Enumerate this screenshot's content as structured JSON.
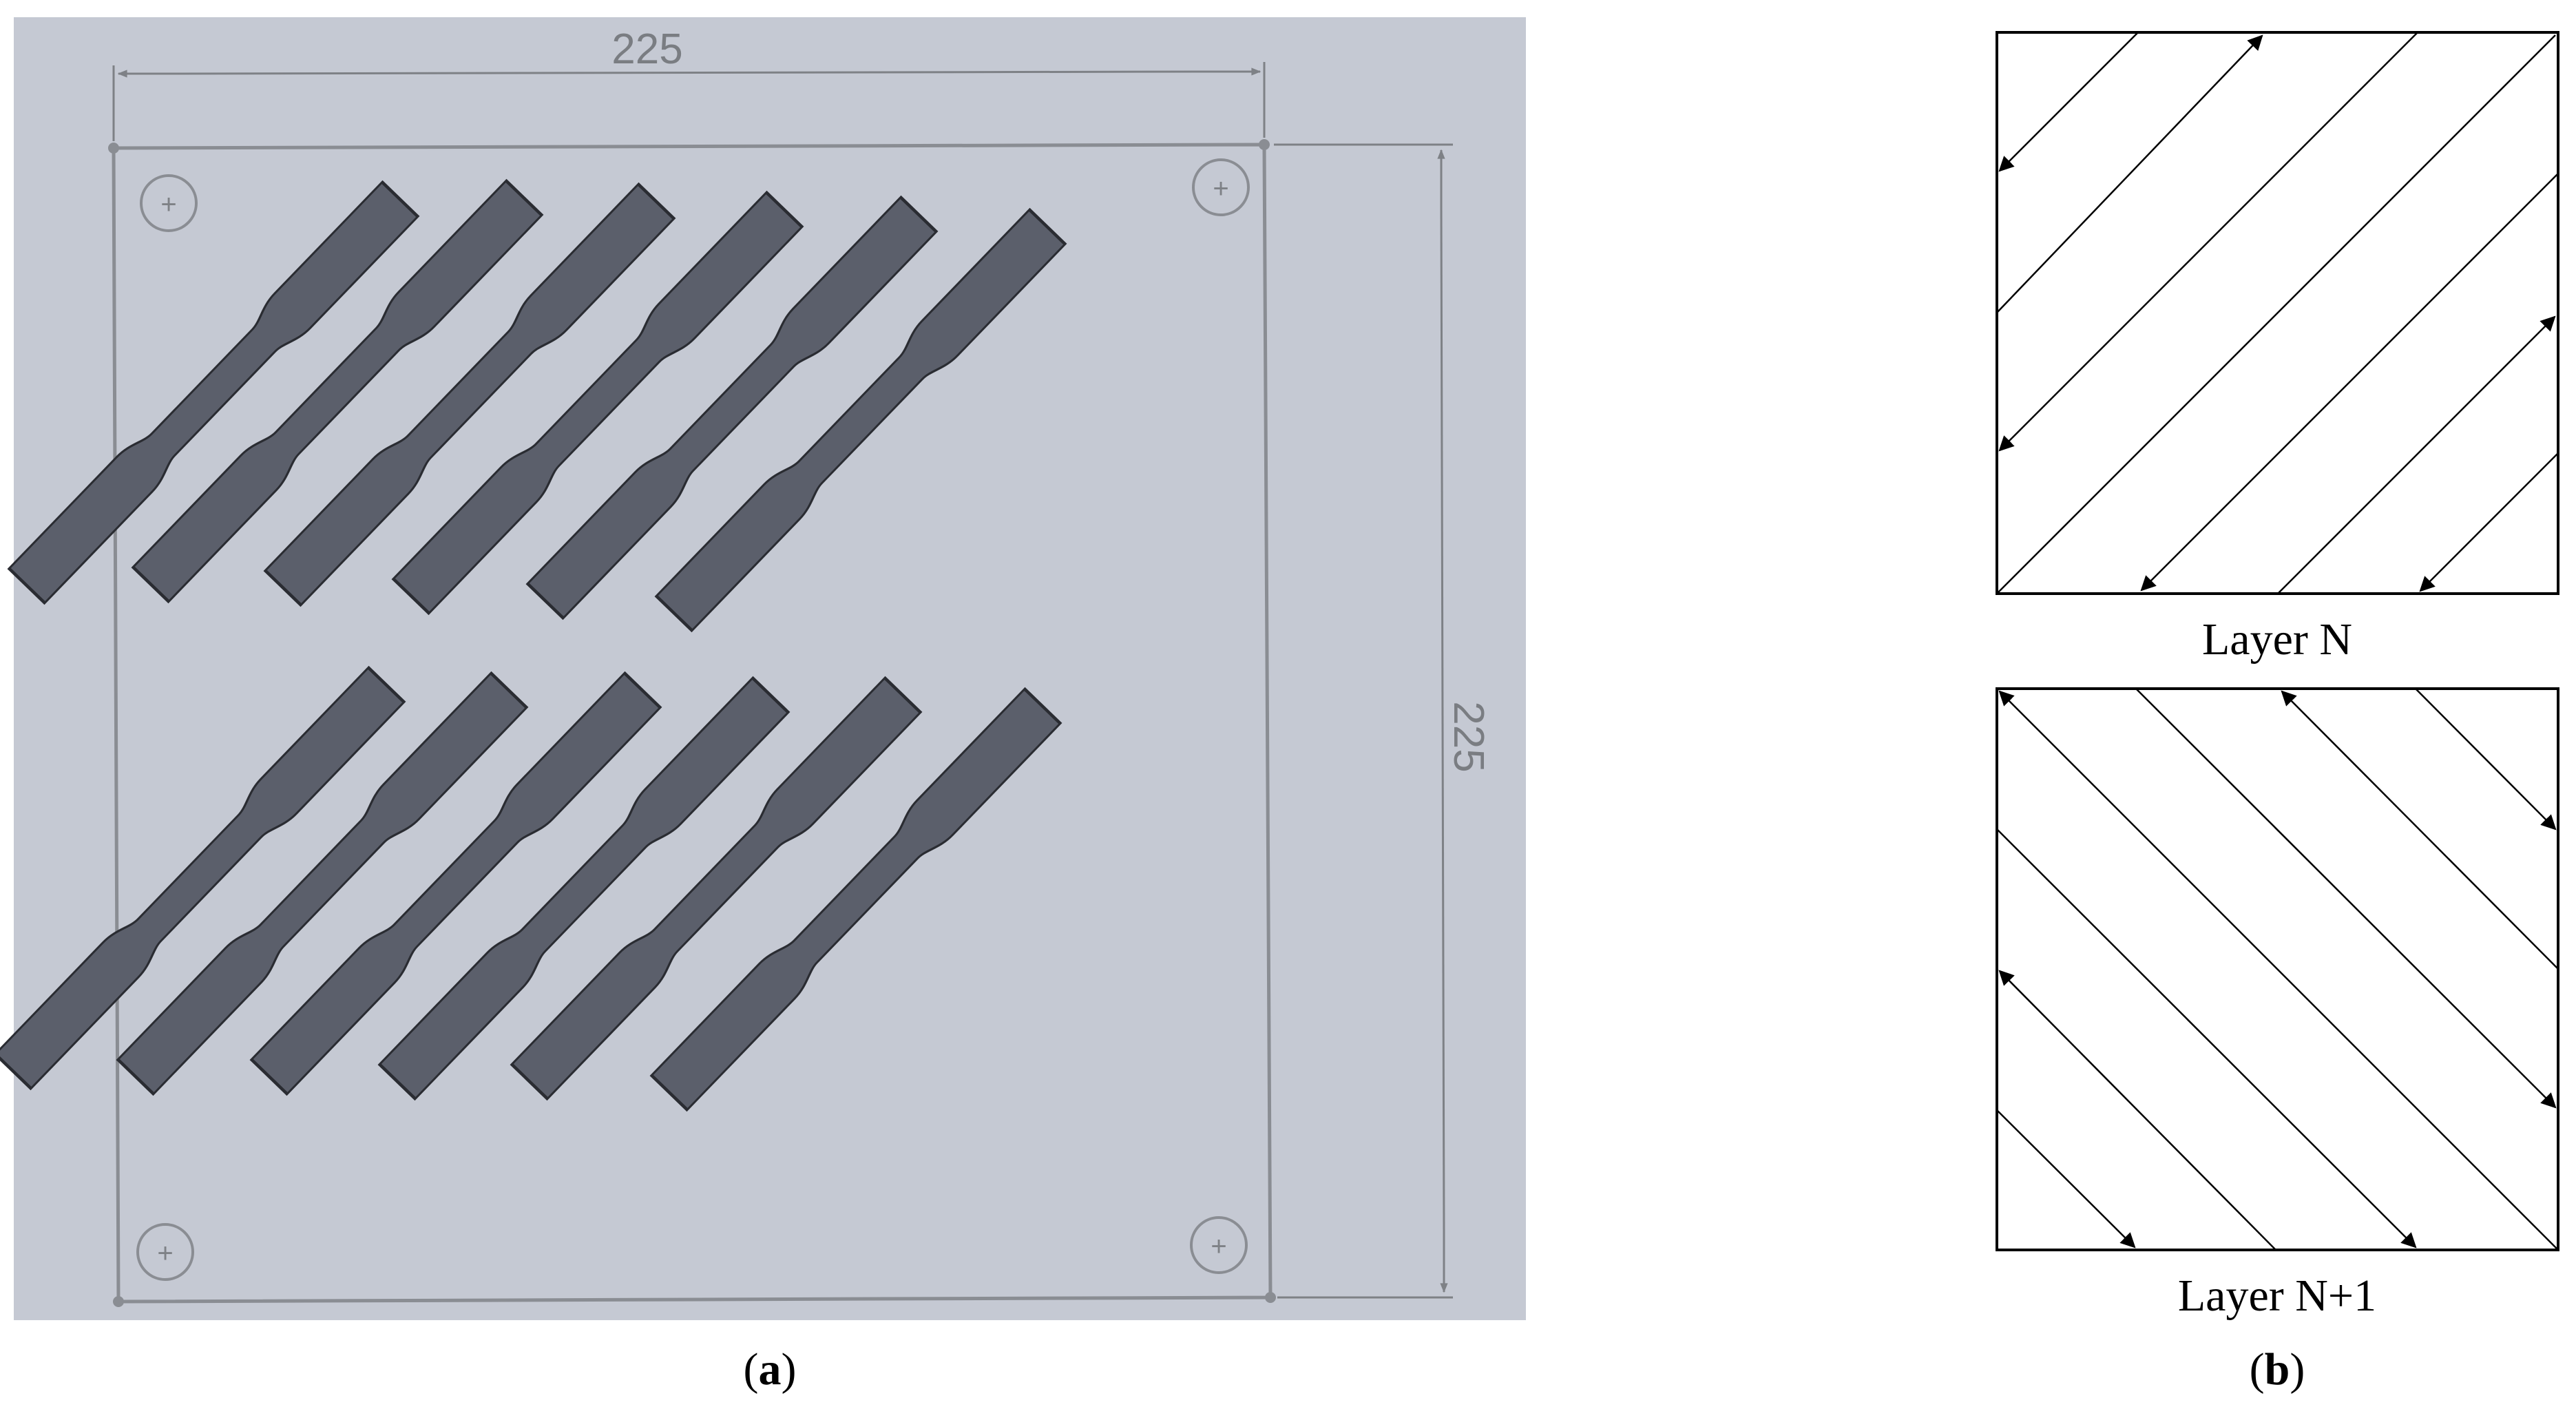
{
  "panel_a": {
    "caption_open": "(",
    "caption_letter": "a",
    "caption_close": ")",
    "width_dimension": "225",
    "height_dimension": "225",
    "hole_marker": "+",
    "colors": {
      "background": "#c5c9d3",
      "specimen_fill": "#5b5f6b",
      "line": "#8a8d93"
    }
  },
  "panel_b": {
    "caption_open": "(",
    "caption_letter": "b",
    "caption_close": ")",
    "layer_n_label": "Layer N",
    "layer_n1_label": "Layer N+1"
  }
}
